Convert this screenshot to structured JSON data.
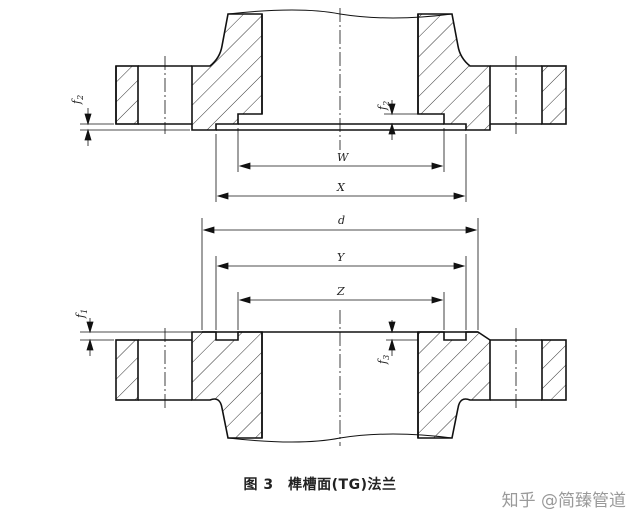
{
  "figure": {
    "caption": "图 3　榫槽面(TG)法兰",
    "watermark": "知乎 @简臻管道"
  },
  "labels": {
    "W": "W",
    "X": "X",
    "d": "d",
    "Y": "Y",
    "Z": "Z",
    "f1": "f",
    "f1_sub": "1",
    "f2_left": "f",
    "f2_left_sub": "2",
    "f2_right": "f",
    "f2_right_sub": "2",
    "f3": "f",
    "f3_sub": "3"
  }
}
